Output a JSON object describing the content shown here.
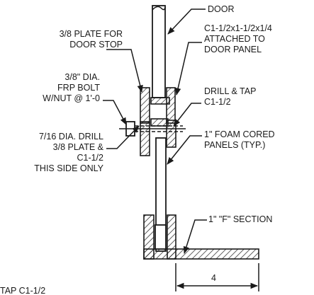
{
  "labels": {
    "door": "DOOR",
    "angle_1": "C1-1/2x1-1/2x1/4",
    "angle_2": "ATTACHED TO",
    "angle_3": "DOOR PANEL",
    "plate_1": "3/8 PLATE FOR",
    "plate_2": "DOOR STOP",
    "bolt_1": "3/8\" DIA.",
    "bolt_2": "FRP BOLT",
    "bolt_3": "W/NUT @ 1'-0",
    "drill_tap_1": "DRILL & TAP",
    "drill_tap_2": "C1-1/2",
    "drill_1": "7/16 DIA. DRILL",
    "drill_2": "3/8 PLATE &",
    "drill_3": "C1-1/2",
    "drill_4": "THIS SIDE ONLY",
    "panels_1": "1\" FOAM CORED",
    "panels_2": "PANELS (TYP.)",
    "section": "1\" \"F\" SECTION",
    "dimension": "4",
    "footer": "TAP C1-1/2"
  }
}
